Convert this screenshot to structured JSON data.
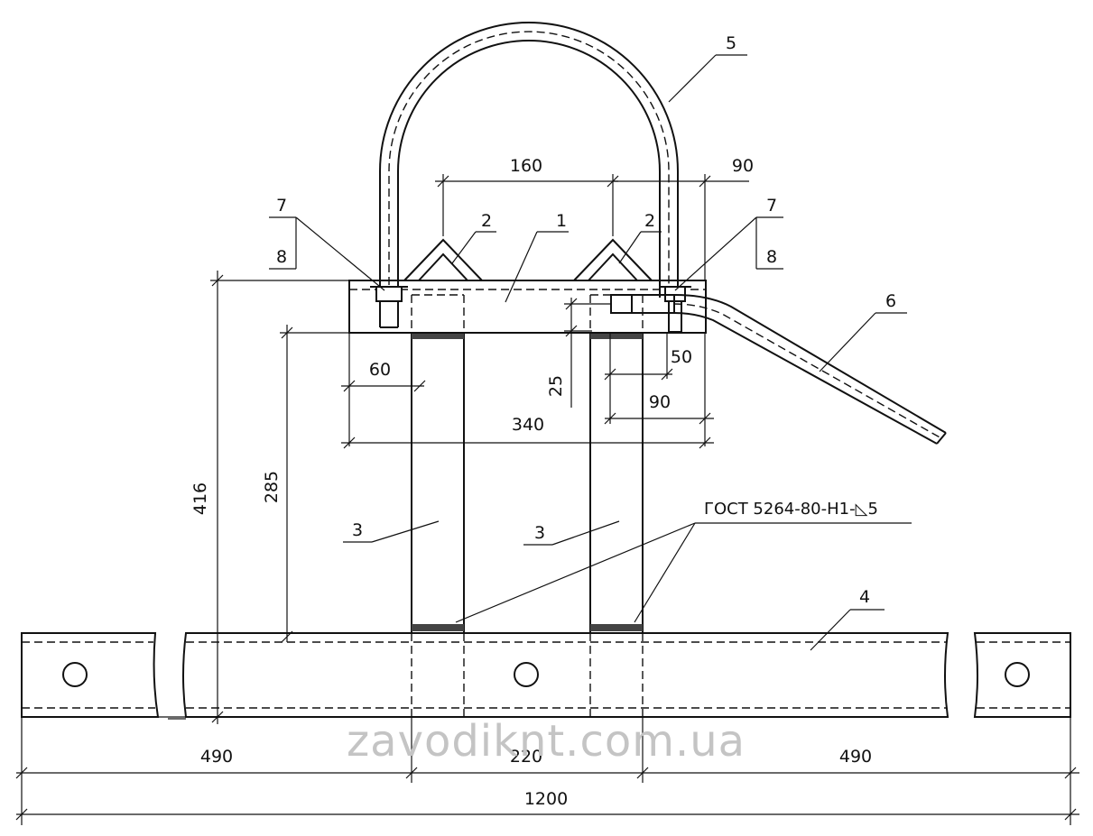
{
  "drawing": {
    "gost_note": "ГОСТ 5264-80-Н1-◺5",
    "watermark": "zavodiknt.com.ua",
    "dimensions": {
      "d160": "160",
      "d90_top": "90",
      "d60": "60",
      "d340": "340",
      "d25": "25",
      "d50": "50",
      "d90_mid": "90",
      "d285": "285",
      "d416": "416",
      "d490_left": "490",
      "d220": "220",
      "d490_right": "490",
      "d1200": "1200"
    },
    "callouts": {
      "p1": "1",
      "p2_left": "2",
      "p2_right": "2",
      "p3_left": "3",
      "p3_right": "3",
      "p4": "4",
      "p5": "5",
      "p6": "6",
      "p7_left": "7",
      "p8_left": "8",
      "p7_right": "7",
      "p8_right": "8"
    }
  }
}
